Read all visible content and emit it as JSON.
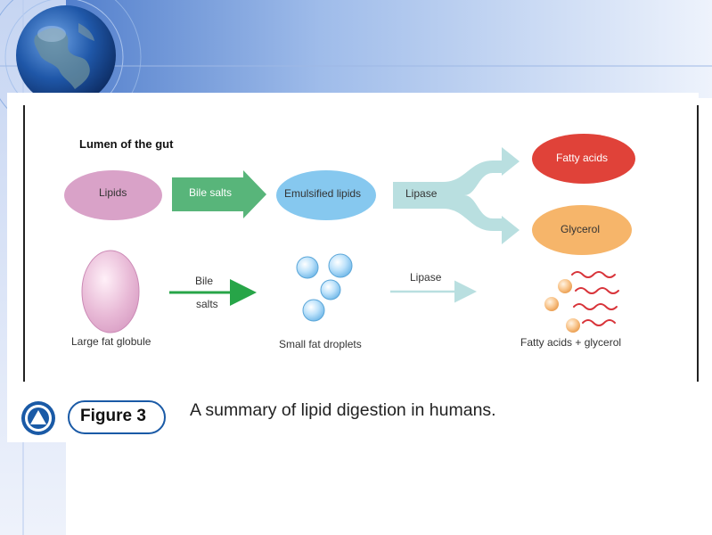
{
  "diagram": {
    "section_label": "Lumen of the gut",
    "top_row": {
      "lipids": "Lipids",
      "bile_salts": "Bile salts",
      "emulsified_lipids": "Emulsified lipids",
      "lipase": "Lipase",
      "fatty_acids": "Fatty acids",
      "glycerol": "Glycerol"
    },
    "bottom_row": {
      "large_fat_globule": "Large fat globule",
      "bile": "Bile",
      "salts": "salts",
      "small_fat_droplets": "Small fat droplets",
      "lipase": "Lipase",
      "fatty_acids_glycerol": "Fatty acids + glycerol"
    }
  },
  "caption": {
    "figure_label": "Figure 3",
    "text": "A summary of lipid digestion in humans."
  },
  "colors": {
    "lipids": "#d9a2c8",
    "bile_salts": "#58b57a",
    "emulsified": "#86c8ef",
    "lipase_arrow": "#b9dfe0",
    "fatty_acids": "#e04239",
    "glycerol": "#f6b56a",
    "globe": "#2766b3"
  }
}
